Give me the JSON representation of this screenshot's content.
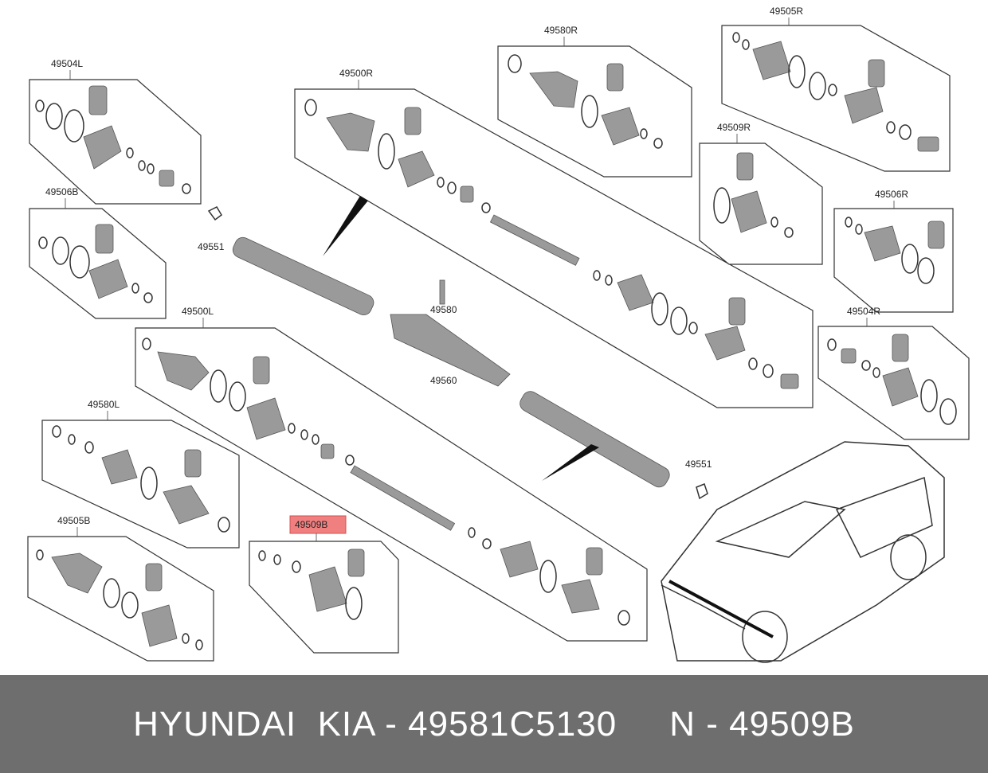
{
  "diagram": {
    "groups": {
      "g49504L": "49504L",
      "g49506B": "49506B",
      "g49500R": "49500R",
      "g49580R": "49580R",
      "g49505R": "49505R",
      "g49509R": "49509R",
      "g49506R": "49506R",
      "g49504R": "49504R",
      "g49500L": "49500L",
      "g49580L": "49580L",
      "g49505B": "49505B",
      "g49509B": "49509B"
    },
    "loose_parts": {
      "p49551a": "49551",
      "p49580": "49580",
      "p49560": "49560",
      "p49551b": "49551"
    },
    "highlighted_group": "49509B"
  },
  "footer": {
    "text": "HYUNDAI  KIA - 49581C5130     N - 49509B"
  },
  "colors": {
    "footer_bg": "#6e6e6e",
    "highlight": "#f08080"
  }
}
